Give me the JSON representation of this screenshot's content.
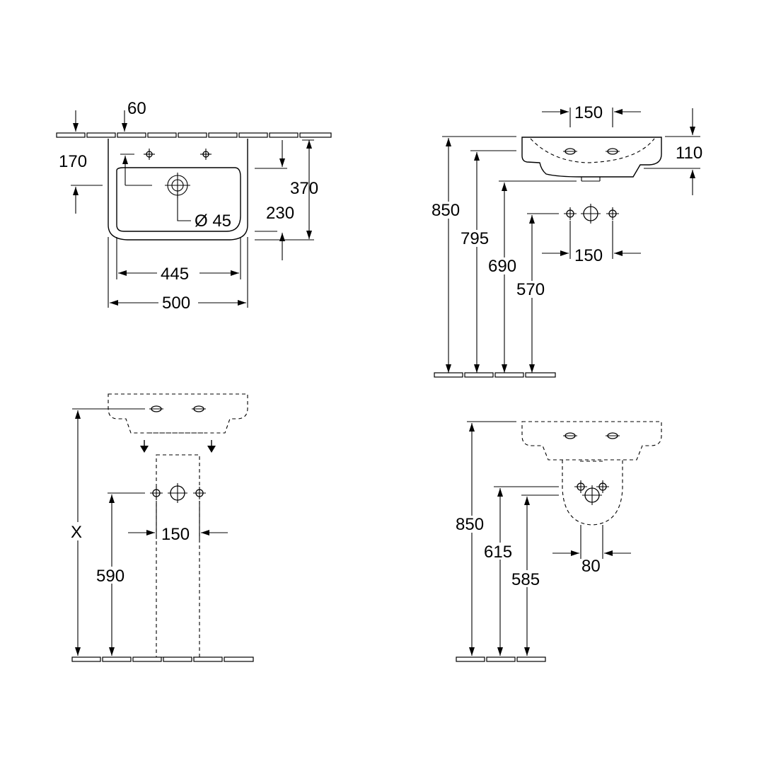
{
  "views": {
    "top": {
      "dim_60": "60",
      "dim_170": "170",
      "dim_370": "370",
      "dim_230": "230",
      "dim_445": "445",
      "dim_500": "500",
      "drain": "Ø 45"
    },
    "side": {
      "dim_150_top": "150",
      "dim_110": "110",
      "dim_850": "850",
      "dim_795": "795",
      "dim_690": "690",
      "dim_570": "570",
      "dim_150_bottom": "150"
    },
    "pedestal": {
      "dim_x": "X",
      "dim_590": "590",
      "dim_150": "150"
    },
    "semi_pedestal": {
      "dim_850": "850",
      "dim_615": "615",
      "dim_585": "585",
      "dim_80": "80"
    }
  }
}
